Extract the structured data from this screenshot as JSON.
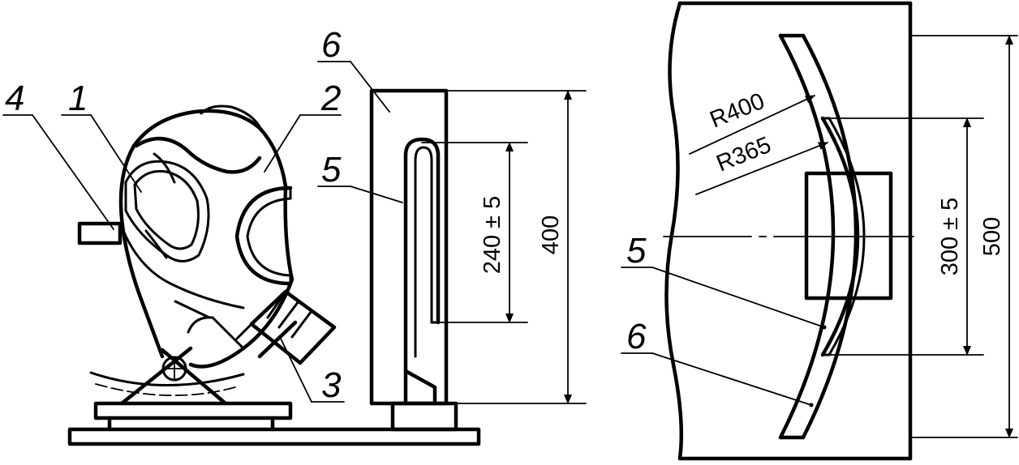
{
  "callouts": {
    "n1": "1",
    "n2": "2",
    "n3": "3",
    "n4": "4",
    "n5_left": "5",
    "n6_left": "6",
    "n5_right": "5",
    "n6_right": "6"
  },
  "dimensions": {
    "slot_height": "240 ± 5",
    "panel_height": "400",
    "r_outer": "R400",
    "r_inner": "R365",
    "window_height": "300 ± 5",
    "total_height": "500"
  }
}
